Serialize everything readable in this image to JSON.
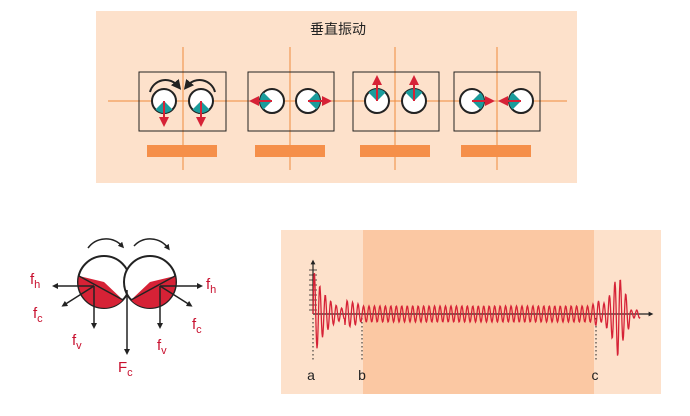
{
  "top_panel": {
    "title": "垂直振动"
  },
  "force_diagram": {
    "labels": {
      "fh": "f",
      "fh_sub": "h",
      "fc": "f",
      "fc_sub": "c",
      "fv": "f",
      "fv_sub": "v",
      "Fc": "F",
      "Fc_sub": "c"
    }
  },
  "waveform": {
    "markers": [
      "a",
      "b",
      "c"
    ]
  },
  "colors": {
    "panel_bg": "#fde1cb",
    "panel_band": "#fbc8a3",
    "axis_orange": "#f08c3c",
    "bar_orange": "#f58f4a",
    "teal": "#1a9c9c",
    "red": "#d62236",
    "dark": "#222222"
  }
}
